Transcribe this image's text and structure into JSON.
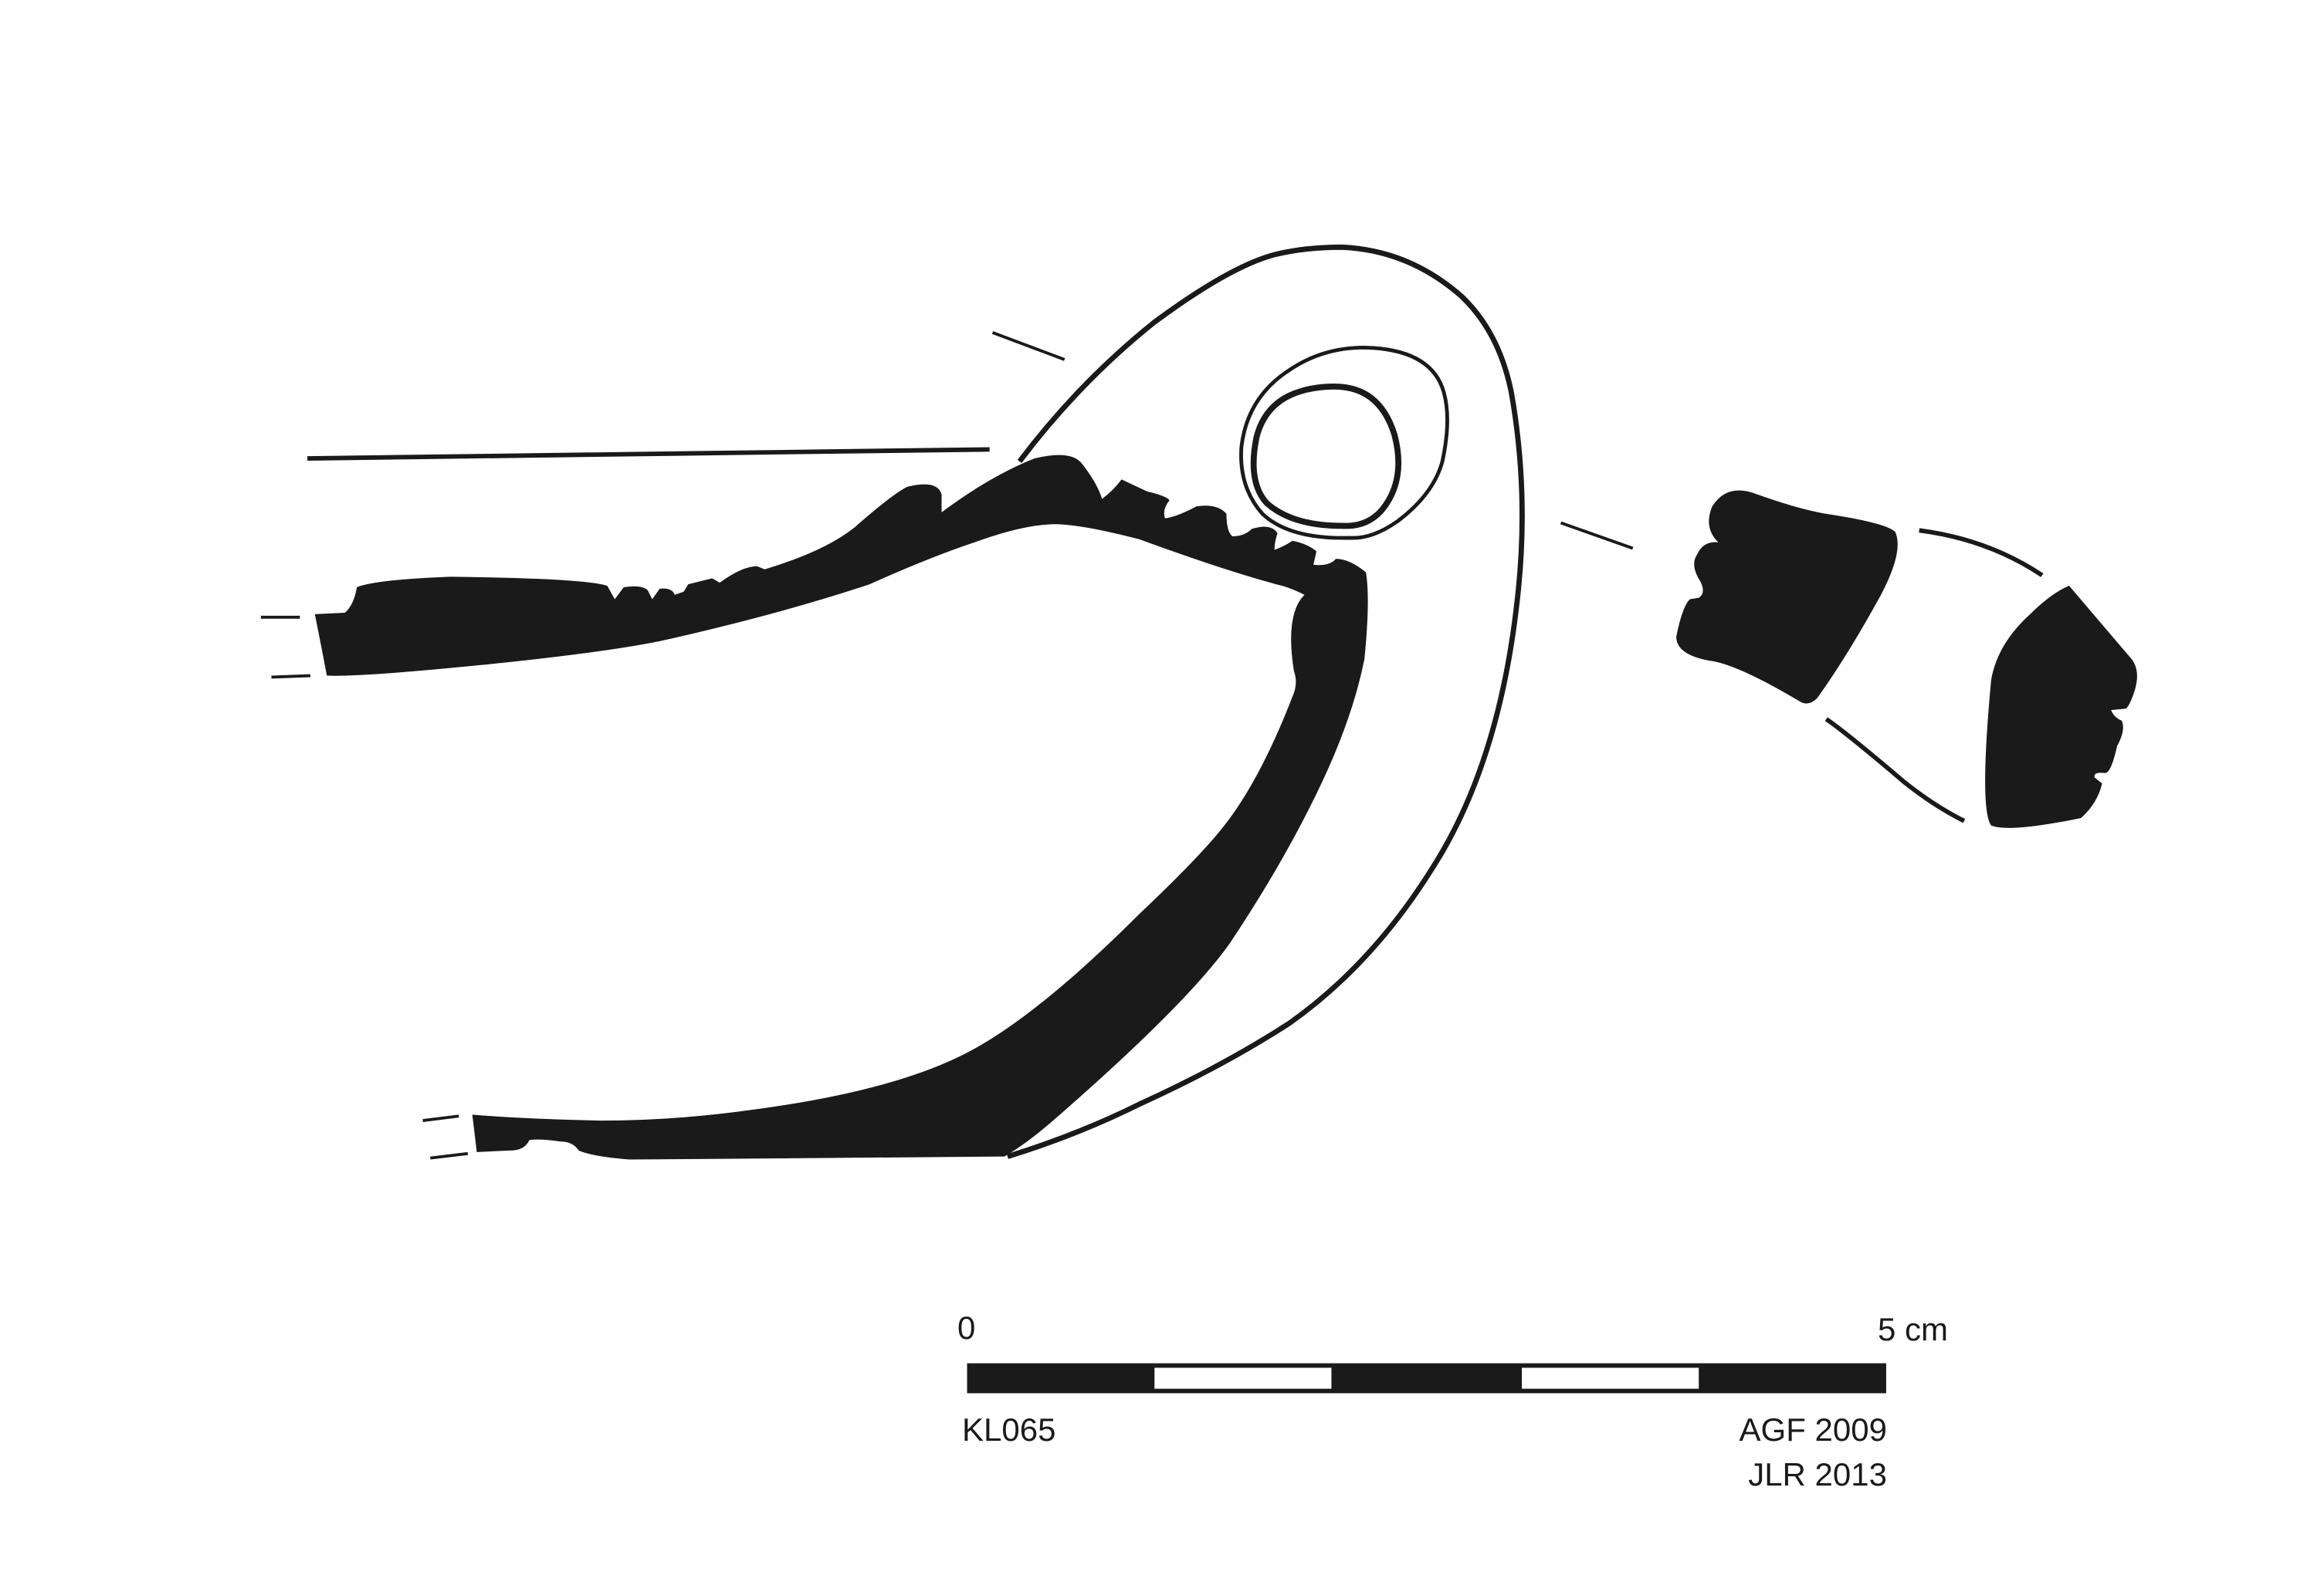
{
  "scale_bar": {
    "start_label": "0",
    "end_label": "5 cm",
    "segments": 5
  },
  "labels": {
    "catalogue_id": "KL065",
    "credit_1": "AGF 2009",
    "credit_2": "JLR 2013"
  },
  "colors": {
    "ink": "#1a1a1a",
    "paper": "#ffffff"
  }
}
